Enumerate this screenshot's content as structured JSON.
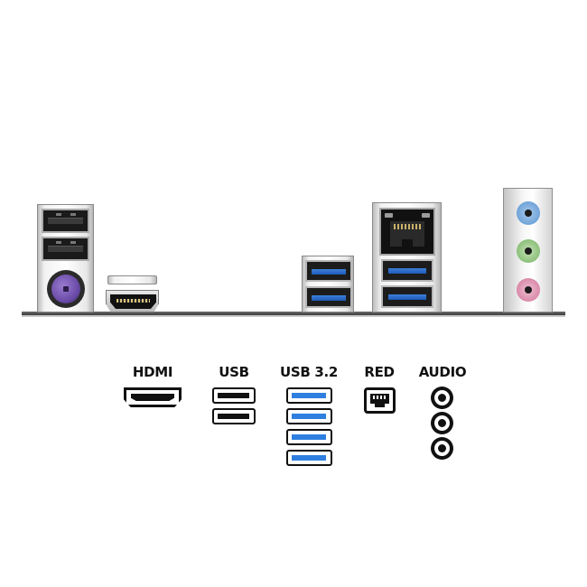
{
  "legend": {
    "hdmi": "HDMI",
    "usb": "USB",
    "usb32": "USB 3.2",
    "red": "RED",
    "audio": "AUDIO"
  },
  "colors": {
    "usb32_accent": "#2f7fe0",
    "ps2_purple": "#6b4ca8",
    "audio_blue": "#6fa3d8",
    "audio_green": "#8cc07a",
    "audio_pink": "#d98aa8"
  },
  "icons": [
    "hdmi-icon",
    "usb-icon",
    "usb-3-2-icon",
    "ethernet-icon",
    "audio-jack-icon"
  ]
}
